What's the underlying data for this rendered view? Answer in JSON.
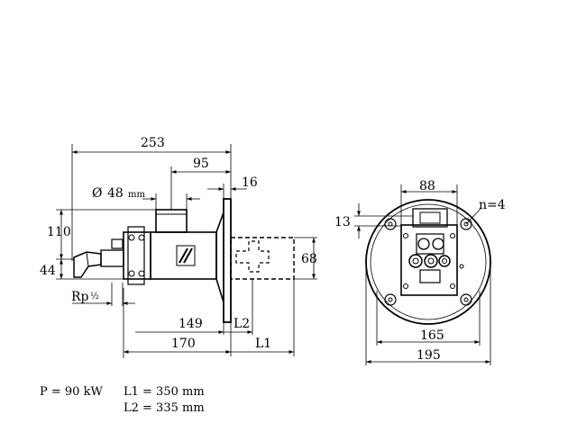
{
  "side_view": {
    "overall_length": "253",
    "mount_length": "95",
    "flange_thickness": "16",
    "pipe_diameter_symbol": "Ø",
    "pipe_diameter": "48",
    "pipe_diameter_unit": "mm",
    "height_top": "110",
    "height_inlet": "44",
    "inlet_thread": "Rp",
    "inlet_thread_size": "½",
    "head_length": "149",
    "label_l2": "L2",
    "body_length": "170",
    "label_l1": "L1",
    "tube_diameter": "68"
  },
  "front_view": {
    "bolt_spacing": "88",
    "offset": "13",
    "holes": "n=4",
    "bolt_circle": "165",
    "flange_diameter": "195"
  },
  "specs": {
    "power_label": "P = 90 kW",
    "l1_label": "L1 = 350 mm",
    "l2_label": "L2 = 335 mm"
  }
}
